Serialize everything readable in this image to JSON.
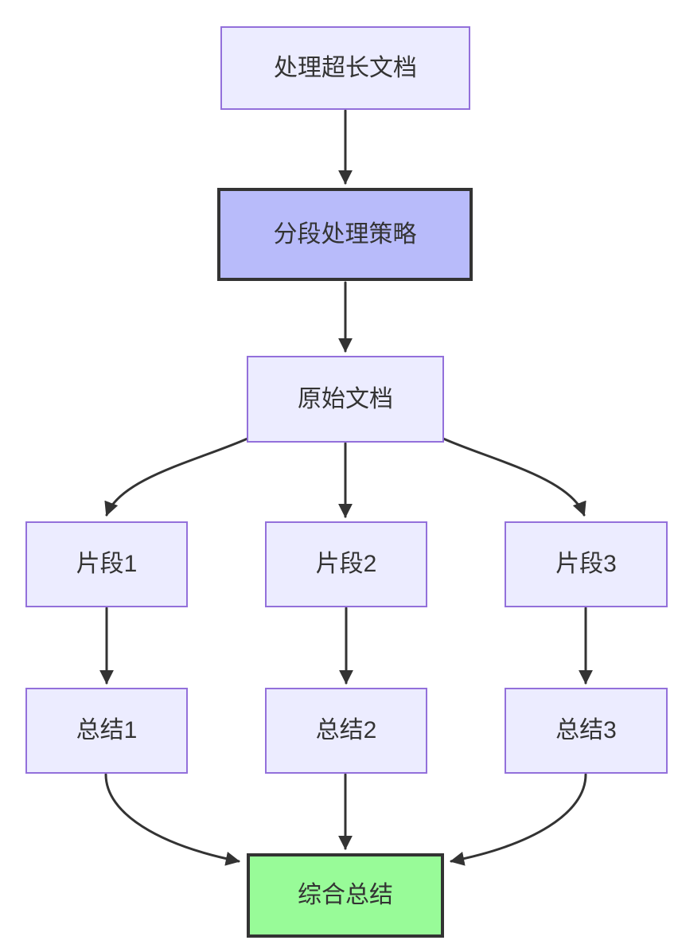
{
  "diagram": {
    "type": "flowchart-top-down",
    "nodes": [
      {
        "id": "start",
        "label": "处理超长文档",
        "fill": "#ECECFF",
        "stroke": "#9370DB"
      },
      {
        "id": "strategy",
        "label": "分段处理策略",
        "fill": "#B8BBFA",
        "stroke": "#333333"
      },
      {
        "id": "source",
        "label": "原始文档",
        "fill": "#ECECFF",
        "stroke": "#9370DB"
      },
      {
        "id": "fragment-1",
        "label": "片段1",
        "fill": "#ECECFF",
        "stroke": "#9370DB"
      },
      {
        "id": "fragment-2",
        "label": "片段2",
        "fill": "#ECECFF",
        "stroke": "#9370DB"
      },
      {
        "id": "fragment-3",
        "label": "片段3",
        "fill": "#ECECFF",
        "stroke": "#9370DB"
      },
      {
        "id": "summary-1",
        "label": "总结1",
        "fill": "#ECECFF",
        "stroke": "#9370DB"
      },
      {
        "id": "summary-2",
        "label": "总结2",
        "fill": "#ECECFF",
        "stroke": "#9370DB"
      },
      {
        "id": "summary-3",
        "label": "总结3",
        "fill": "#ECECFF",
        "stroke": "#9370DB"
      },
      {
        "id": "final",
        "label": "综合总结",
        "fill": "#98FB98",
        "stroke": "#333333"
      }
    ],
    "edges": [
      {
        "from": "处理超长文档",
        "to": "分段处理策略"
      },
      {
        "from": "分段处理策略",
        "to": "原始文档"
      },
      {
        "from": "原始文档",
        "to": "片段1"
      },
      {
        "from": "原始文档",
        "to": "片段2"
      },
      {
        "from": "原始文档",
        "to": "片段3"
      },
      {
        "from": "片段1",
        "to": "总结1"
      },
      {
        "from": "片段2",
        "to": "总结2"
      },
      {
        "from": "片段3",
        "to": "总结3"
      },
      {
        "from": "总结1",
        "to": "综合总结"
      },
      {
        "from": "总结2",
        "to": "综合总结"
      },
      {
        "from": "总结3",
        "to": "综合总结"
      }
    ],
    "colors": {
      "background": "#FFFFFF",
      "node_fill": "#ECECFF",
      "node_stroke": "#9370DB",
      "highlight_fill": "#B8BBFA",
      "highlight_stroke": "#333333",
      "final_fill": "#98FB98",
      "final_stroke": "#333333",
      "edge": "#333333",
      "text": "#333333"
    }
  }
}
